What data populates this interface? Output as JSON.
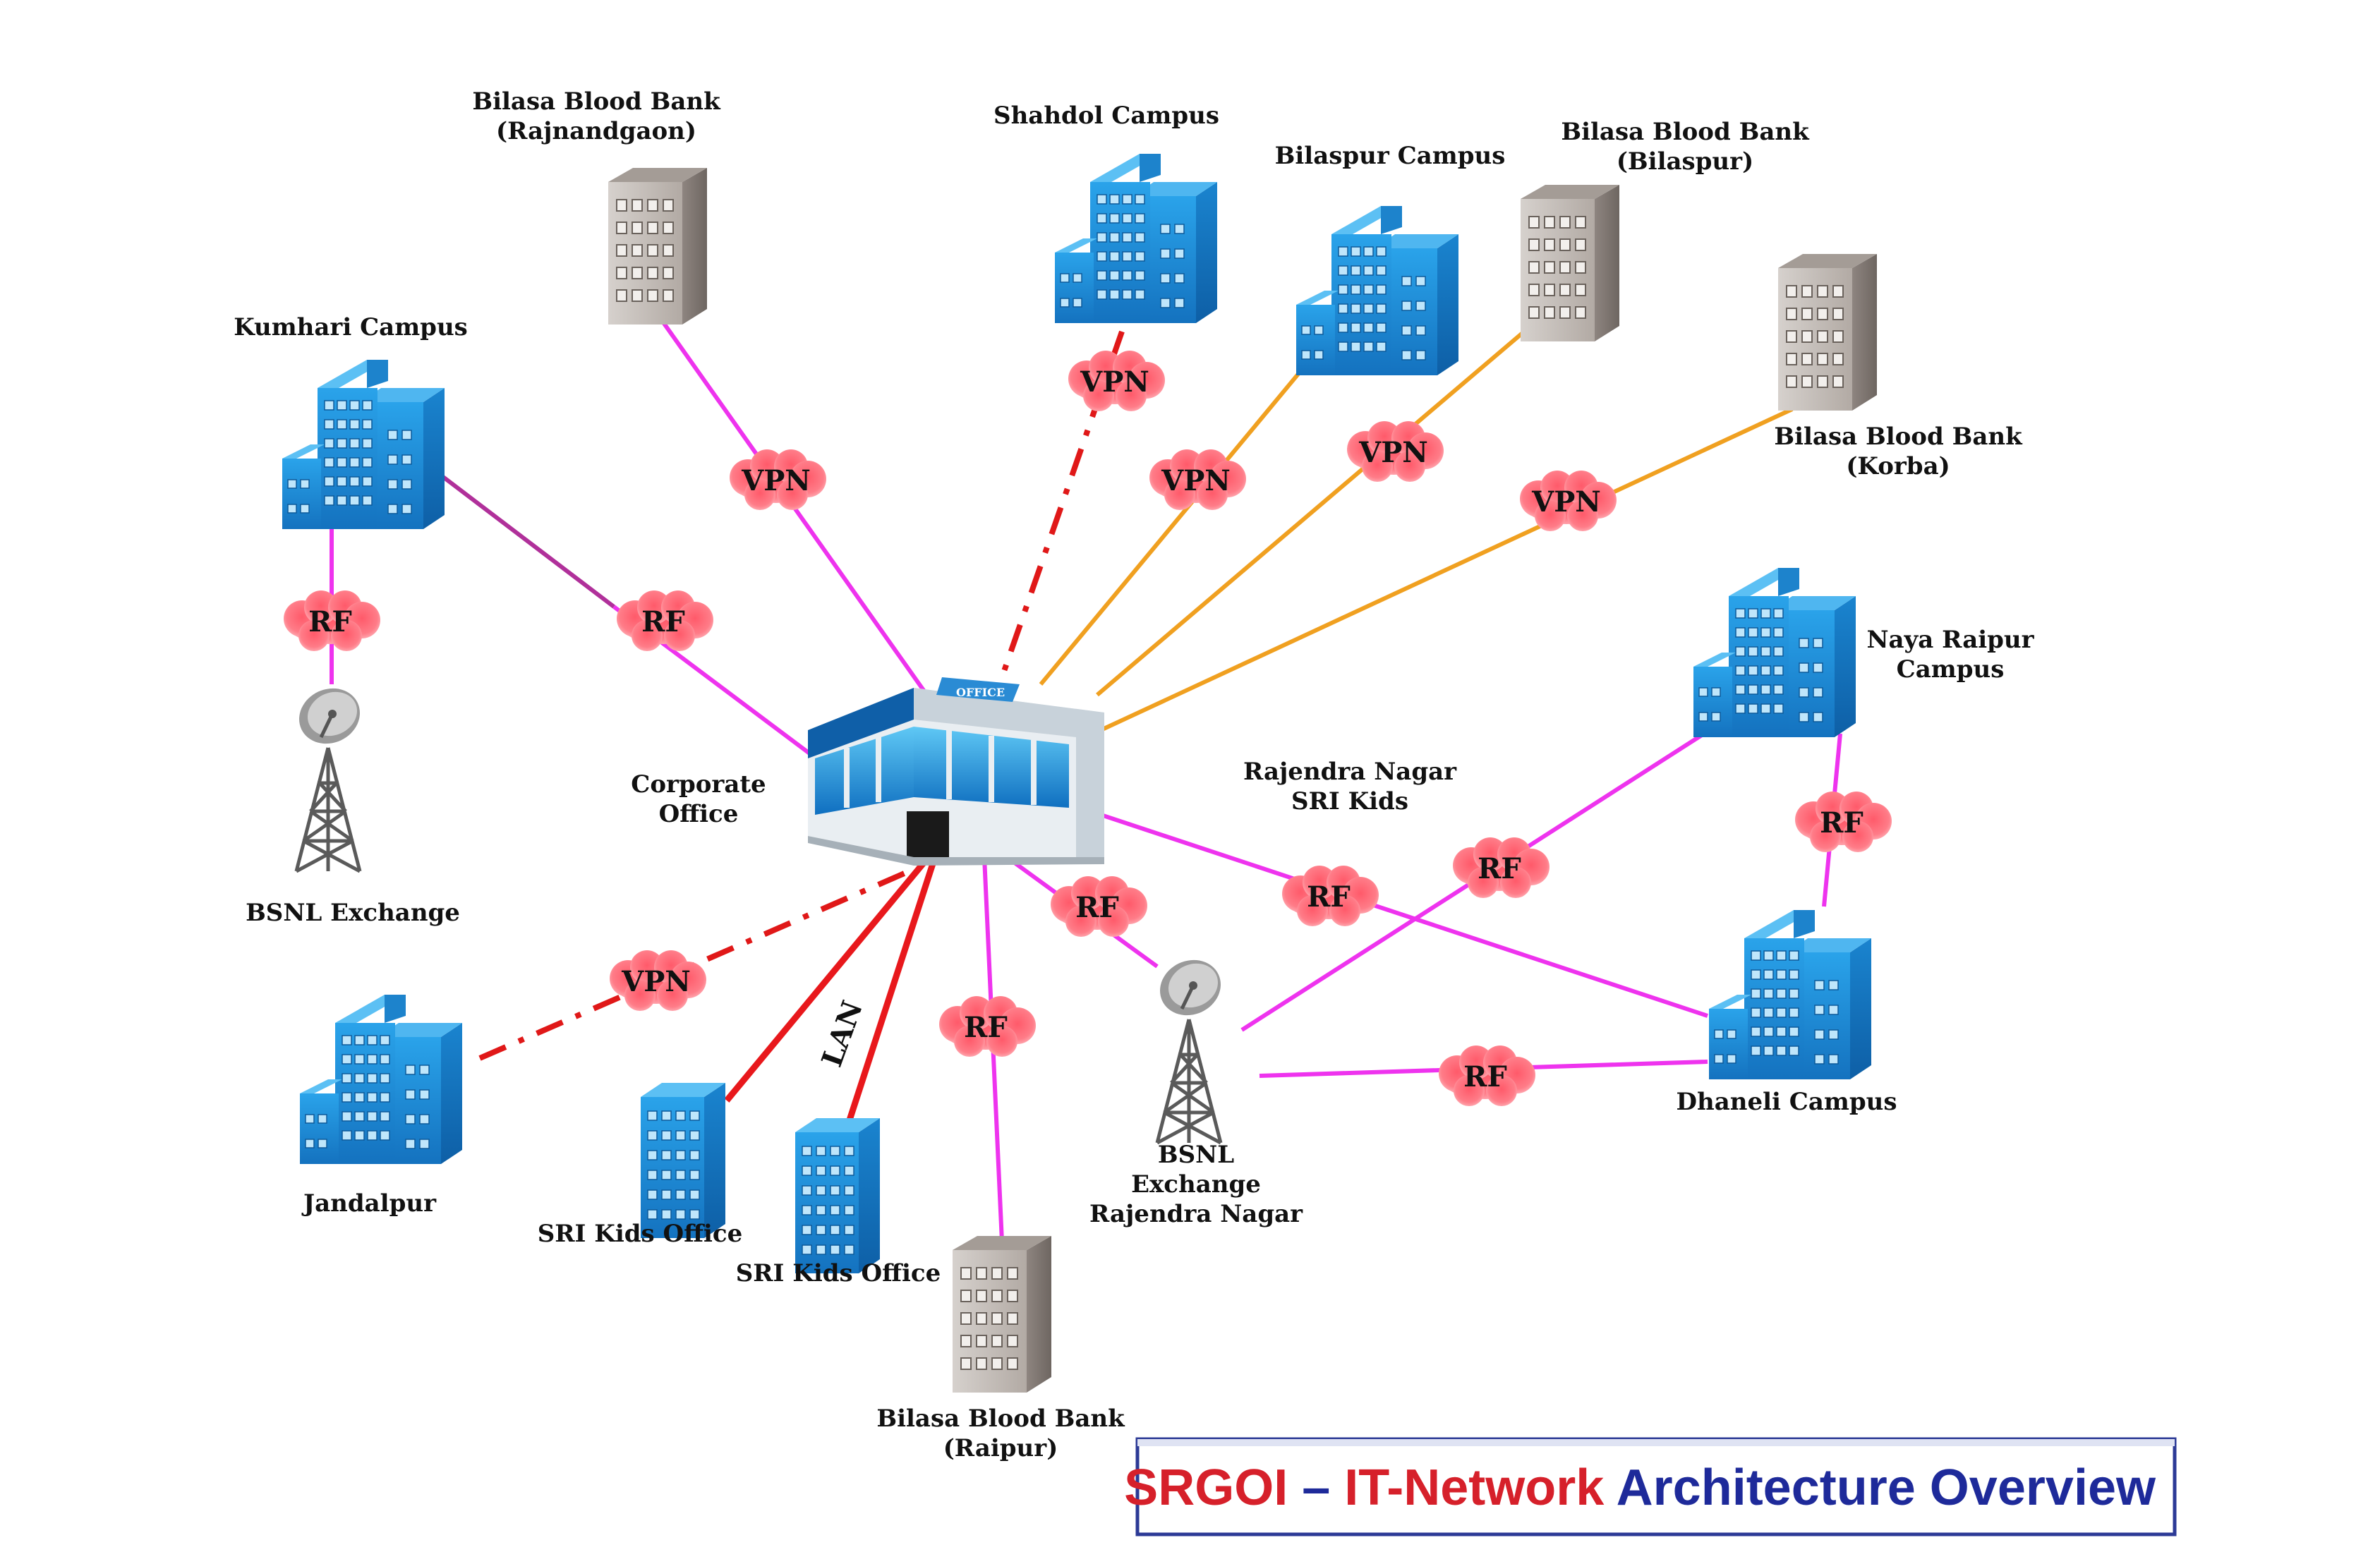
{
  "colors": {
    "rf_link": "#ee33ee",
    "vpn_link": "#f0a020",
    "lan_link": "#e8181c",
    "vpn_dashed": "#e01818",
    "cloud_fill": "#ff6f7c",
    "blue_building": "#1f8fd8",
    "gray_building": "#b9b2ad",
    "title_red": "#d6202a",
    "title_blue": "#1e2a9a",
    "frame": "#2c3a96"
  },
  "nodes": {
    "corporate": "Corporate\nOffice",
    "kumhari": "Kumhari Campus",
    "bsnl": "BSNL Exchange",
    "bb_rajnandgaon": "Bilasa Blood Bank\n(Rajnandgaon)",
    "shahdol": "Shahdol Campus",
    "bilaspur": "Bilaspur Campus",
    "bb_bilaspur": "Bilasa Blood Bank\n(Bilaspur)",
    "bb_korba": "Bilasa Blood Bank\n(Korba)",
    "naya_raipur": "Naya Raipur\nCampus",
    "rajendra_nagar_kids": "Rajendra Nagar\nSRI Kids",
    "dhaneli": "Dhaneli Campus",
    "bsnl_rajendra": "BSNL\nExchange\nRajendra Nagar",
    "bb_raipur": "Bilasa Blood Bank\n(Raipur)",
    "kids_office_1": "SRI Kids Office",
    "kids_office_2": "SRI Kids Office",
    "jandalpur": "Jandalpur"
  },
  "link_labels": {
    "rf": "RF",
    "vpn": "VPN",
    "lan": "LAN"
  },
  "title": {
    "part1": "SRGOI",
    "dash": " – ",
    "part2": "IT-Network",
    "part3": " Architecture Overview"
  }
}
